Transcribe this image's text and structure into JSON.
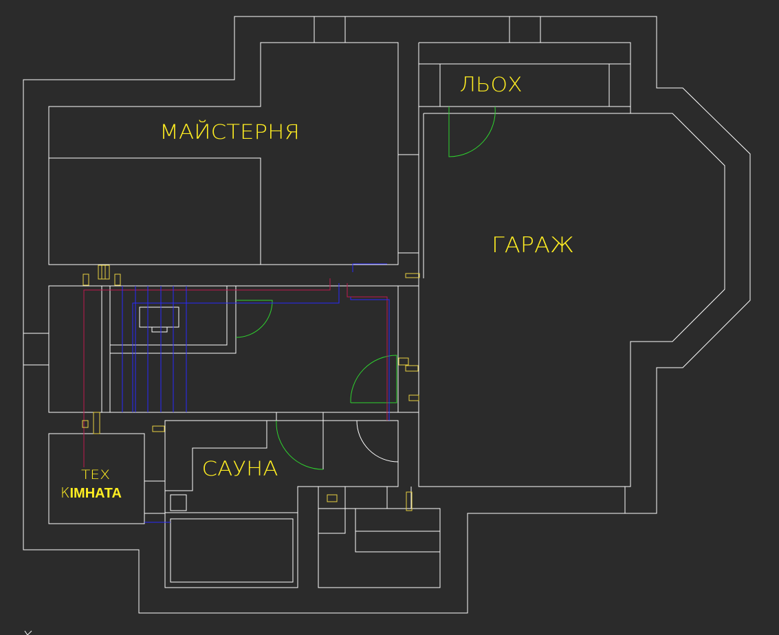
{
  "colors": {
    "background": "#2b2b2b",
    "wall": "#ffffff",
    "label": "#ffee22",
    "door_swing": "#2fd42f",
    "pipe_red": "#c0184f",
    "pipe_blue": "#2a2aff",
    "fixture": "#e8d040"
  },
  "rooms": {
    "workshop": "МАЙСТЕРНЯ",
    "cellar": "ЛЬОХ",
    "garage": "ГАРАЖ",
    "sauna": "САУНА",
    "tech_room_line1": "ТЕХ",
    "tech_room_line2_prefix": "К",
    "tech_room_line2_rest": "ІМНАТА"
  }
}
